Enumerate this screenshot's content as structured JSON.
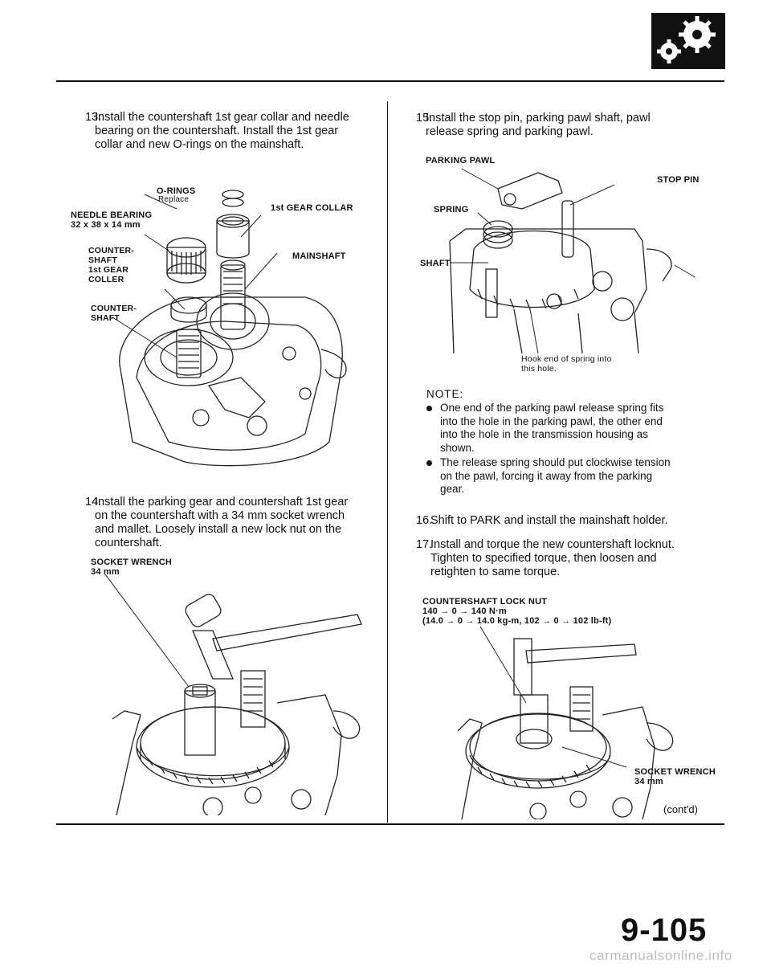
{
  "steps": {
    "s13": {
      "num": "13.",
      "lines": [
        "Install the countershaft 1st gear collar and needle",
        "bearing on the countershaft. Install the 1st gear",
        "collar and new O-rings on the mainshaft."
      ]
    },
    "s14": {
      "num": "14.",
      "lines": [
        "Install the parking gear and countershaft 1st gear",
        "on the countershaft with a 34 mm socket wrench",
        "and mallet. Loosely install a new lock nut on the",
        "countershaft."
      ]
    },
    "s15": {
      "num": "15.",
      "lines": [
        "Install the stop pin, parking pawl shaft, pawl",
        "release spring and parking pawl."
      ]
    },
    "s16": {
      "num": "16.",
      "lines": [
        "Shift to PARK and install the mainshaft holder."
      ]
    },
    "s17": {
      "num": "17.",
      "lines": [
        "Install and torque the new countershaft locknut.",
        "Tighten to specified torque, then loosen and",
        "retighten to same torque."
      ]
    }
  },
  "fig1": {
    "o_rings": "O-RINGS",
    "replace": "Replace",
    "gear_collar": "1st GEAR COLLAR",
    "needle_bearing": "NEEDLE BEARING",
    "bearing_size": "32 x 38 x 14 mm",
    "counter_shaft_collar": "COUNTER-\nSHAFT\n1st GEAR\nCOLLER",
    "mainshaft": "MAINSHAFT",
    "countershaft": "COUNTER-\nSHAFT"
  },
  "fig2": {
    "socket_wrench": "SOCKET WRENCH",
    "size": "34 mm"
  },
  "fig3": {
    "parking_pawl": "PARKING PAWL",
    "stop_pin": "STOP PIN",
    "spring": "SPRING",
    "shaft": "SHAFT",
    "hook_note": "Hook end of spring into\nthis hole."
  },
  "note": {
    "title": "NOTE:",
    "b1": [
      "One end of the parking pawl release spring fits",
      "into the hole in the parking pawl, the other end",
      "into the hole in the transmission housing as",
      "shown."
    ],
    "b2": [
      "The release spring should put clockwise tension",
      "on the pawl, forcing it away from the parking",
      "gear."
    ]
  },
  "torque": {
    "title": "COUNTERSHAFT LOCK NUT",
    "line1": "140 → 0 → 140 N·m",
    "line2": "(14.0 → 0 → 14.0 kg-m, 102 → 0 → 102 lb-ft)"
  },
  "fig4": {
    "socket_wrench": "SOCKET WRENCH",
    "size": "34 mm"
  },
  "contd": "(cont'd)",
  "page_number": "9-105",
  "footer": "carmanualsonline.info"
}
